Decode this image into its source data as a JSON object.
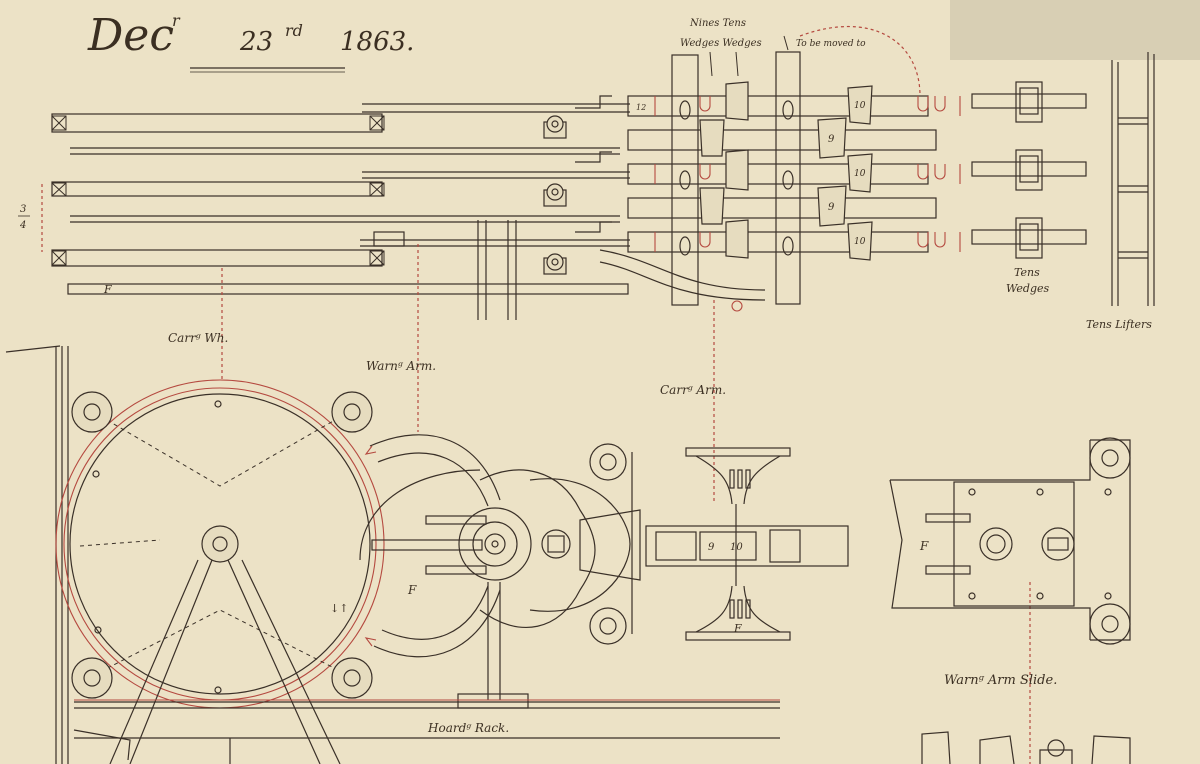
{
  "header": {
    "date_main": "Dec",
    "date_sup": "r",
    "day": "23",
    "day_sup": "rd",
    "year": "1863."
  },
  "labels": {
    "nines_tens": "Nines Tens",
    "wedges_wedges": "Wedges Wedges",
    "to_be_moved_to": "To be moved to",
    "fraction_num": "3",
    "fraction_den": "4",
    "tens_wedges_1": "Tens",
    "tens_wedges_2": "Wedges",
    "tens_lifters": "Tens Lifters",
    "carr_wh": "Carrᵍ Wh.",
    "warn_arm": "Warnᵍ Arm.",
    "carr_arm": "Carrᵍ Arm.",
    "warn_arm_slide": "Warnᵍ Arm Slide.",
    "hoard_rack": "Hoardᵍ Rack.",
    "f": "F",
    "nine": "9",
    "ten": "10",
    "twelve": "12"
  },
  "colors": {
    "paper": "#ece2c6",
    "ink": "#3a3028",
    "red_ink": "#b54a40"
  }
}
